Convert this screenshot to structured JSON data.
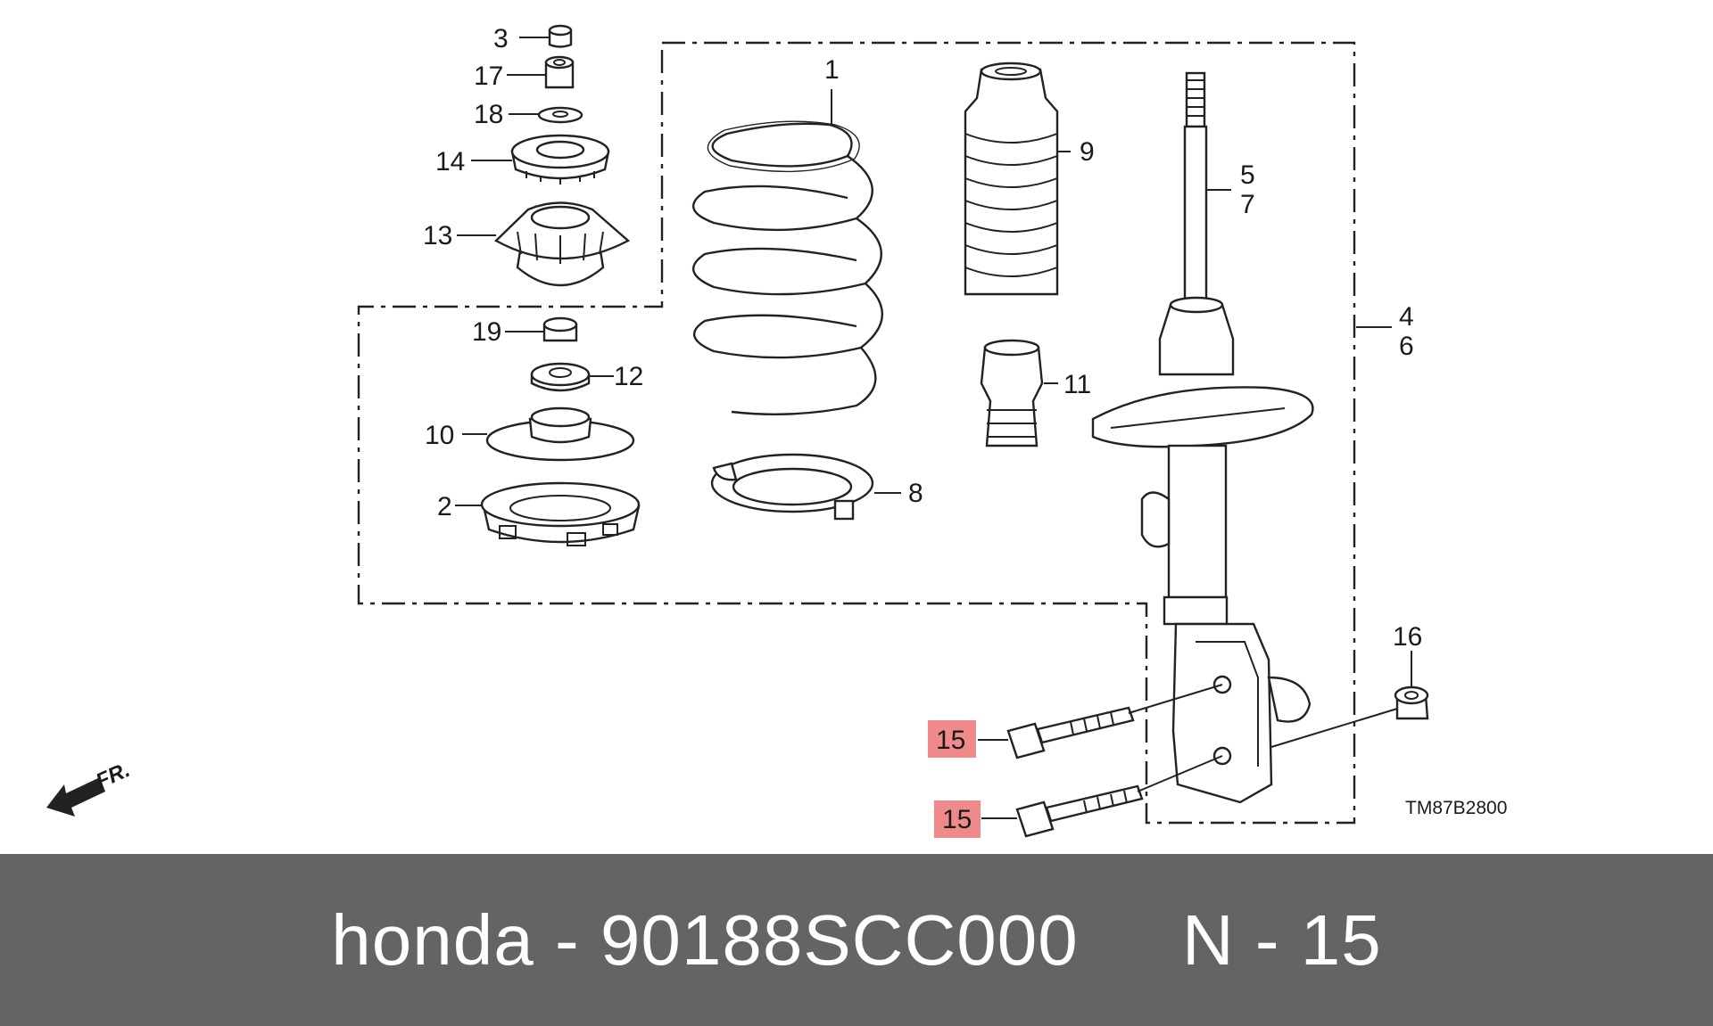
{
  "diagram": {
    "parts": [
      {
        "id": "3",
        "label": "3"
      },
      {
        "id": "17",
        "label": "17"
      },
      {
        "id": "18",
        "label": "18"
      },
      {
        "id": "14",
        "label": "14"
      },
      {
        "id": "13",
        "label": "13"
      },
      {
        "id": "19",
        "label": "19"
      },
      {
        "id": "12",
        "label": "12"
      },
      {
        "id": "10",
        "label": "10"
      },
      {
        "id": "2",
        "label": "2"
      },
      {
        "id": "1",
        "label": "1"
      },
      {
        "id": "8",
        "label": "8"
      },
      {
        "id": "9",
        "label": "9"
      },
      {
        "id": "11",
        "label": "11"
      },
      {
        "id": "5",
        "label": "5"
      },
      {
        "id": "7",
        "label": "7"
      },
      {
        "id": "4",
        "label": "4"
      },
      {
        "id": "6",
        "label": "6"
      },
      {
        "id": "16",
        "label": "16"
      },
      {
        "id": "15a",
        "label": "15",
        "highlighted": true
      },
      {
        "id": "15b",
        "label": "15",
        "highlighted": true
      }
    ],
    "diagram_code": "TM87B2800",
    "direction_label": "FR.",
    "highlight_color": "#f08a8a"
  },
  "footer": {
    "text": "honda - 90188SCC000     N - 15",
    "background": "#646464",
    "text_color": "#ffffff"
  }
}
